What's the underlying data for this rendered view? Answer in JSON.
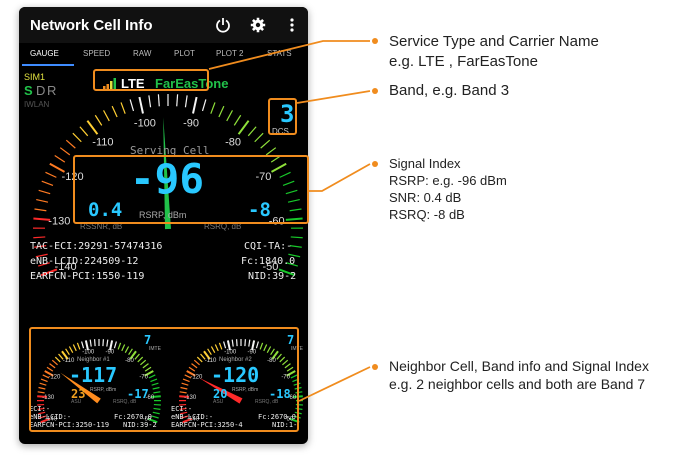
{
  "app": {
    "title": "Network Cell Info",
    "tabs": [
      {
        "label": "GAUGE"
      },
      {
        "label": "SPEED"
      },
      {
        "label": "RAW"
      },
      {
        "label": "PLOT"
      },
      {
        "label": "PLOT 2"
      },
      {
        "label": "STATS"
      }
    ]
  },
  "sim": {
    "label": "SIM1",
    "s": "S",
    "d": "D",
    "r": "R",
    "iwlan": "IWLAN"
  },
  "service": {
    "type": "LTE",
    "carrier": "FarEasTone"
  },
  "band": {
    "value": "3",
    "label": "DCS"
  },
  "gauge": {
    "ticks": [
      "-140",
      "-130",
      "-120",
      "-110",
      "-100",
      "-90",
      "-80",
      "-70",
      "-60",
      "-50"
    ],
    "title": "Serving Cell",
    "rsrp": "-96",
    "rsrp_label": "RSRP, dBm",
    "snr": "0.4",
    "snr_label": "RSSNR, dB",
    "rsrq": "-8",
    "rsrq_label": "RSRQ, dB"
  },
  "serving_info": {
    "tac_eci": "TAC-ECI:29291-57474316",
    "enb_lcid": "eNB-LCID:224509-12",
    "earfcn_pci": "EARFCN-PCI:1550-119",
    "cqi_ta": "CQI-TA:-",
    "fc": "Fc:1840.0",
    "nid": "NID:39-2"
  },
  "neighbors": [
    {
      "band": "7",
      "band_label": "IMTE",
      "title": "Neighbor #1",
      "rsrp": "-117",
      "rsrp_label": "RSRP, dBm",
      "snr": "23",
      "snr_label": "ASU",
      "rsrq": "-17",
      "rsrq_label": "RSRQ, dB",
      "ticks": [
        "-140",
        "-130",
        "-120",
        "-110",
        "-100",
        "-90",
        "-80",
        "-70",
        "-60",
        "-50"
      ],
      "eci": "ECI:-",
      "enb": "eNB-LCID:-",
      "earfcn": "EARFCN-PCI:3250-119",
      "fc": "Fc:2670.0",
      "nid": "NID:39-2"
    },
    {
      "band": "7",
      "band_label": "IMTE",
      "title": "Neighbor #2",
      "rsrp": "-120",
      "rsrp_label": "RSRP, dBm",
      "snr": "20",
      "snr_label": "ASU",
      "rsrq": "-18",
      "rsrq_label": "RSRQ, dB",
      "ticks": [
        "-140",
        "-130",
        "-120",
        "-110",
        "-100",
        "-90",
        "-80",
        "-70",
        "-60",
        "-50"
      ],
      "eci": "ECI:-",
      "enb": "eNB-LCID:-",
      "earfcn": "EARFCN-PCI:3250-4",
      "fc": "Fc:2670.0",
      "nid": "NID:1-"
    }
  ],
  "annotations": {
    "service": {
      "line1": "Service Type and Carrier Name",
      "line2": "e.g. LTE , FarEasTone"
    },
    "band": {
      "line1": "Band, e.g. Band 3"
    },
    "signal": {
      "line1": "Signal Index",
      "line2": "RSRP: e.g. -96 dBm",
      "line3": "SNR: 0.4 dB",
      "line4": "RSRQ: -8 dB"
    },
    "neighbor": {
      "line1": "Neighbor Cell, Band info and Signal Index",
      "line2": "e.g. 2 neighbor cells and both are Band 7"
    }
  },
  "colors": {
    "accent": "#f08c1e",
    "lcd": "#29c8ff",
    "carrier": "#21c24a",
    "tab_indicator": "#3f8cff"
  }
}
